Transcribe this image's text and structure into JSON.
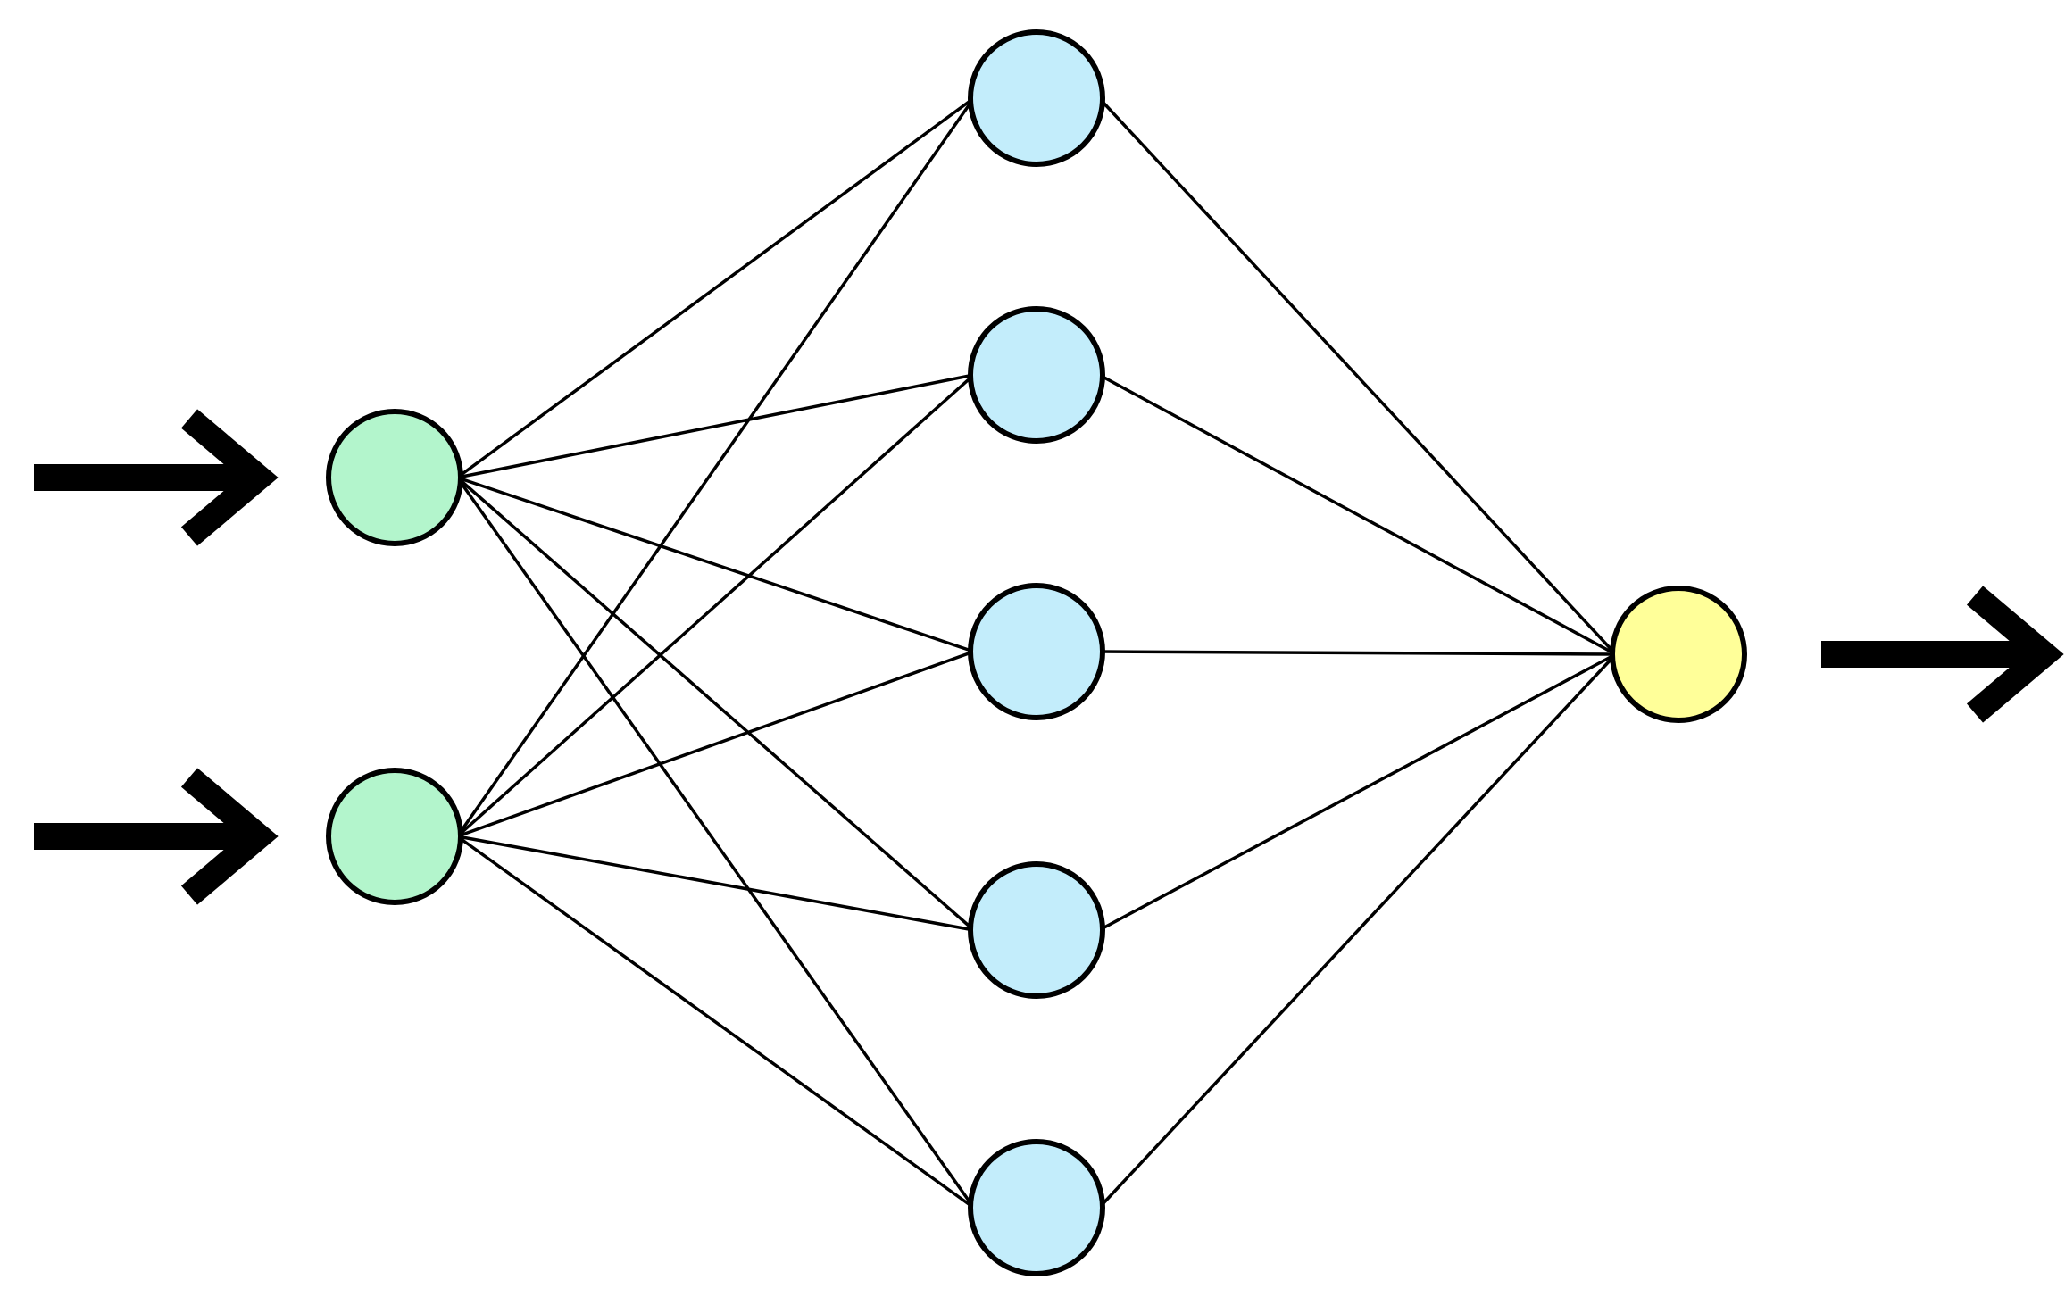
{
  "network": {
    "layers": [
      {
        "name": "input",
        "neurons": 2,
        "color": "#B3F5CC",
        "input_arrows": true
      },
      {
        "name": "hidden",
        "neurons": 5,
        "color": "#C3EDFB"
      },
      {
        "name": "output",
        "neurons": 1,
        "color": "#FFFF99",
        "output_arrows": true
      }
    ],
    "connectivity": "fully-connected",
    "stroke_color": "#000000"
  }
}
